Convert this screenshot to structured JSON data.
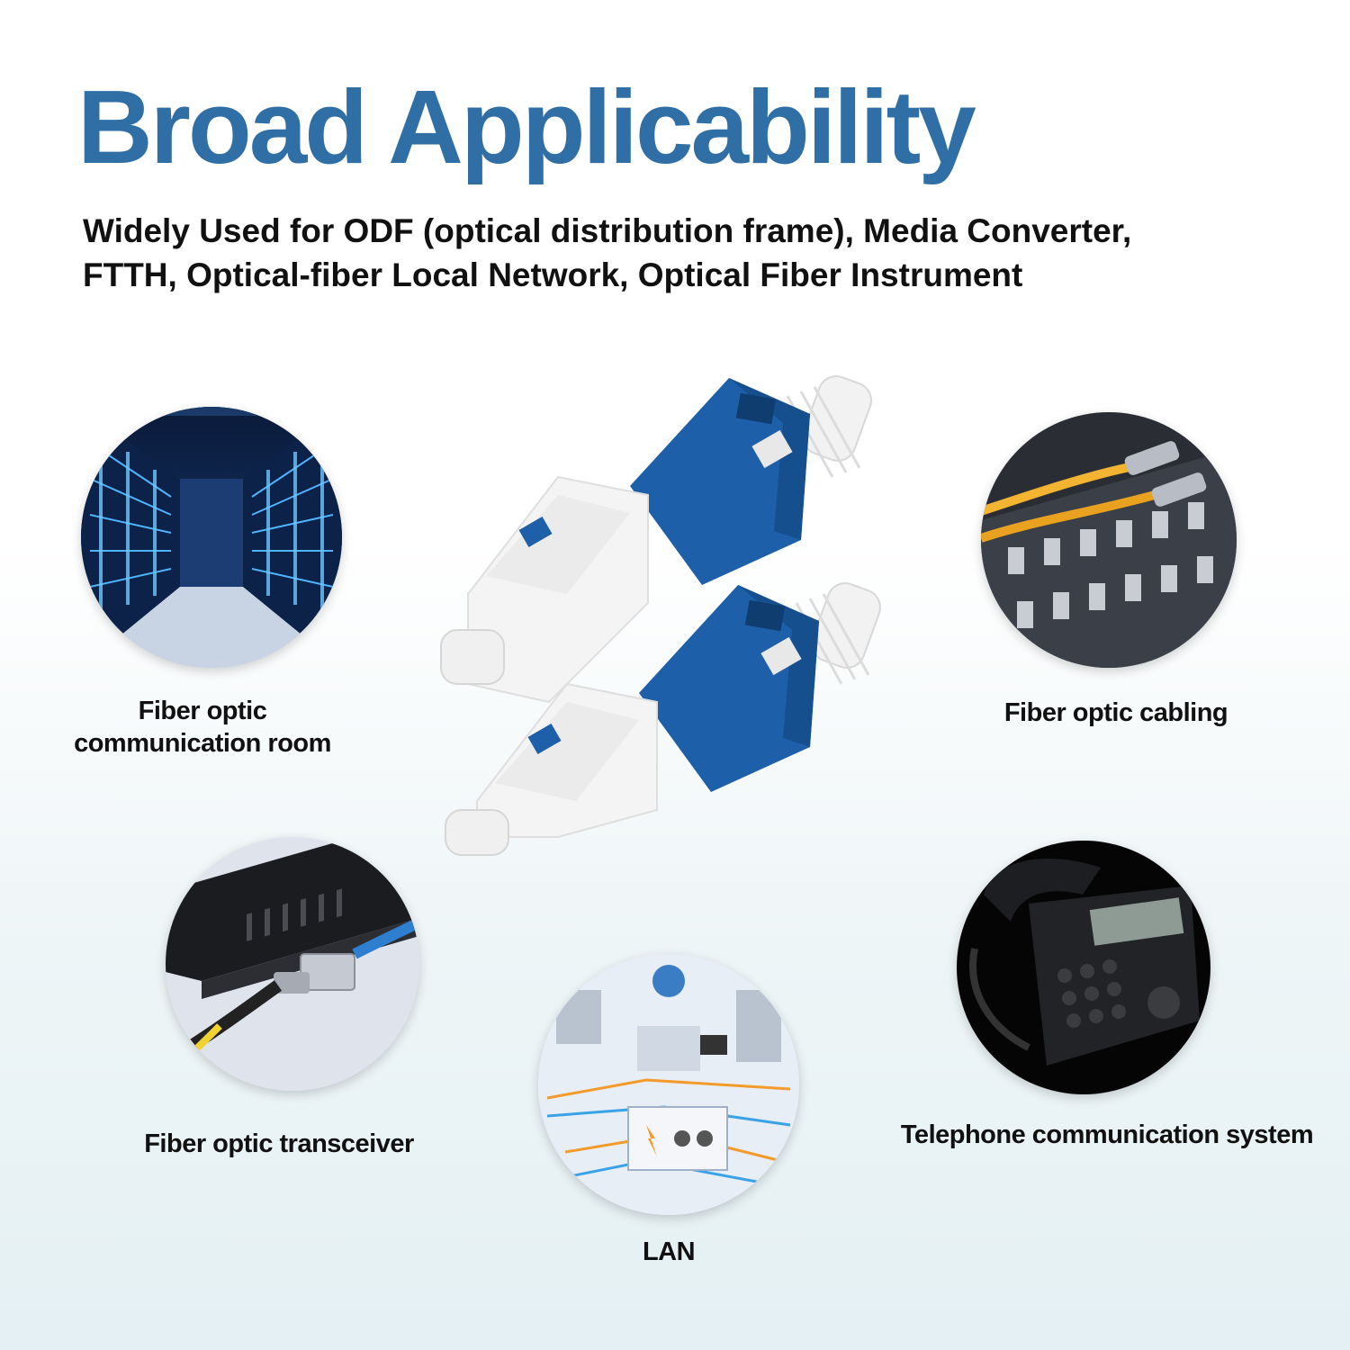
{
  "header": {
    "title": "Broad Applicability",
    "subtitle_line1": "Widely Used for ODF (optical distribution frame), Media Converter,",
    "subtitle_line2": "FTTH, Optical-fiber Local Network, Optical Fiber Instrument"
  },
  "applications": [
    {
      "label_line1": "Fiber optic",
      "label_line2": "communication room",
      "icon": "server-room-image"
    },
    {
      "label_line1": "Fiber optic cabling",
      "icon": "fiber-patch-panel-image"
    },
    {
      "label_line1": "Fiber optic transceiver",
      "icon": "media-converter-image"
    },
    {
      "label_line1": "LAN",
      "icon": "network-diagram-image"
    },
    {
      "label_line1": "Telephone communication system",
      "icon": "desk-phone-image"
    }
  ],
  "colors": {
    "title": "#2f6fa6",
    "connector_blue": "#1d5fa8",
    "connector_white": "#f4f4f4"
  }
}
